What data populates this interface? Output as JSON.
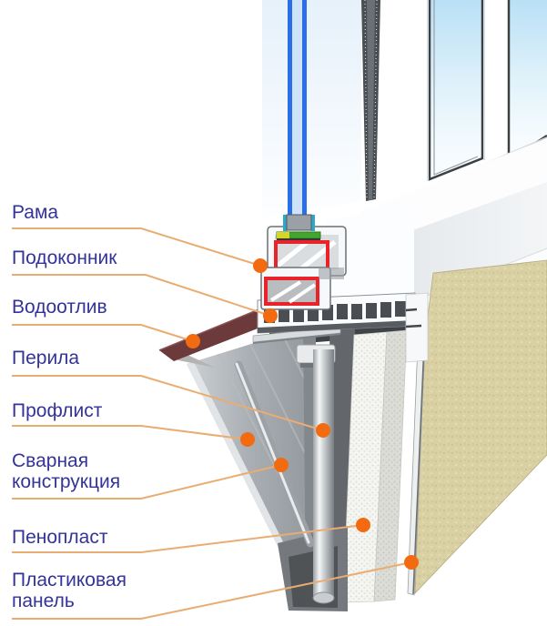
{
  "diagram": {
    "description": "Cross-section of balcony glazing construction",
    "labels": [
      {
        "text": "Рама"
      },
      {
        "text": "Подоконник"
      },
      {
        "text": "Водоотлив"
      },
      {
        "text": "Перила"
      },
      {
        "text": "Профлист"
      },
      {
        "text": "Сварная конструкция"
      },
      {
        "text": "Пенопласт"
      },
      {
        "text": "Пластиковая панель"
      }
    ],
    "colors": {
      "label_text": "#333399",
      "callout_line": "#E9AC72",
      "callout_dot": "#F26B11",
      "reinforcement_red": "#E8232A",
      "gasket_green": "#42A62E",
      "gasket_yellow": "#D6D62A",
      "glass_blue": "#2A6FE8",
      "spacer_teal": "#2FA8C8",
      "drip_maroon": "#6D3A3C",
      "panel_beige": "#D9D0A4"
    }
  }
}
